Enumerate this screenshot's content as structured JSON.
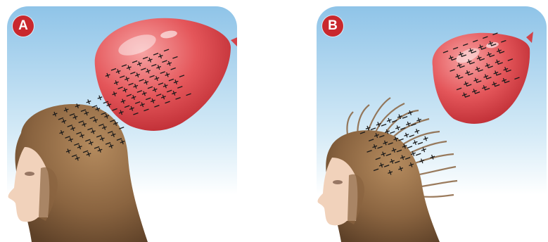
{
  "panels": [
    {
      "label": "A",
      "state": "balloon near hair, hair lying flat; balloon surface and hair region covered in + and − charges"
    },
    {
      "label": "B",
      "state": "balloon pulled away, hair strands standing up toward the balloon"
    }
  ],
  "charge_symbols": {
    "positive": "+",
    "negative": "−"
  },
  "colors": {
    "badge": "#c9282d",
    "balloon": "#e4565a",
    "sky_top": "#8fc4e8",
    "hair": "#8a6440"
  }
}
